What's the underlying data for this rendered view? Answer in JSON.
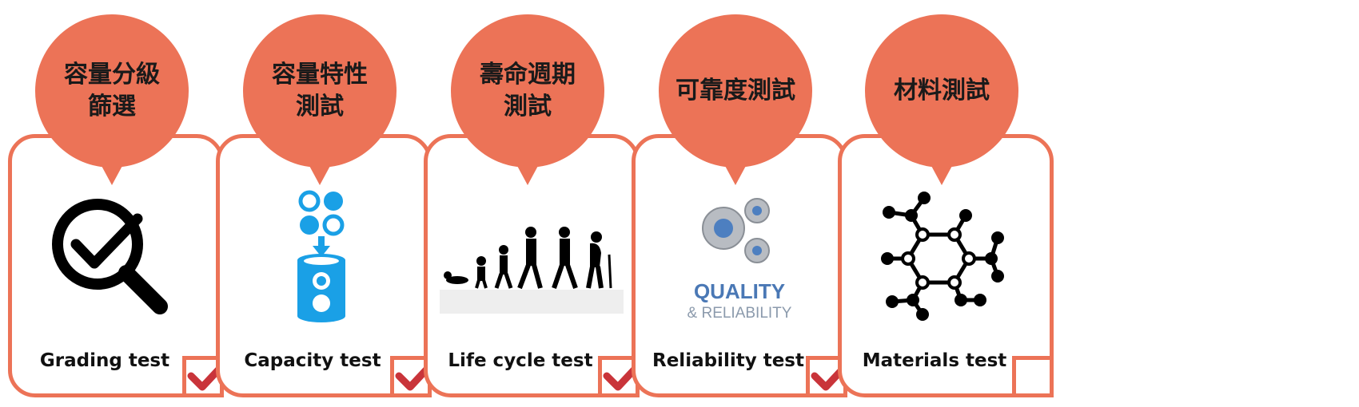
{
  "cards": [
    {
      "title": "容量分級\n篩選",
      "label": "Grading test",
      "checked": true,
      "icon": "magnifier-check-icon"
    },
    {
      "title": "容量特性\n測試",
      "label": "Capacity test",
      "checked": true,
      "icon": "battery-cell-icon"
    },
    {
      "title": "壽命週期\n測試",
      "label": "Life cycle test",
      "checked": true,
      "icon": "human-evolution-icon"
    },
    {
      "title": "可靠度測試",
      "label": "Reliability test",
      "checked": true,
      "icon": "gears-icon"
    },
    {
      "title": "材料測試",
      "label": "Materials test",
      "checked": false,
      "icon": "molecule-icon"
    }
  ],
  "quality_logo": {
    "line1": "QUALITY",
    "line2": "& RELIABILITY"
  },
  "colors": {
    "accent": "#ec7357",
    "check": "#c9343a",
    "blue": "#1aa0e6"
  }
}
